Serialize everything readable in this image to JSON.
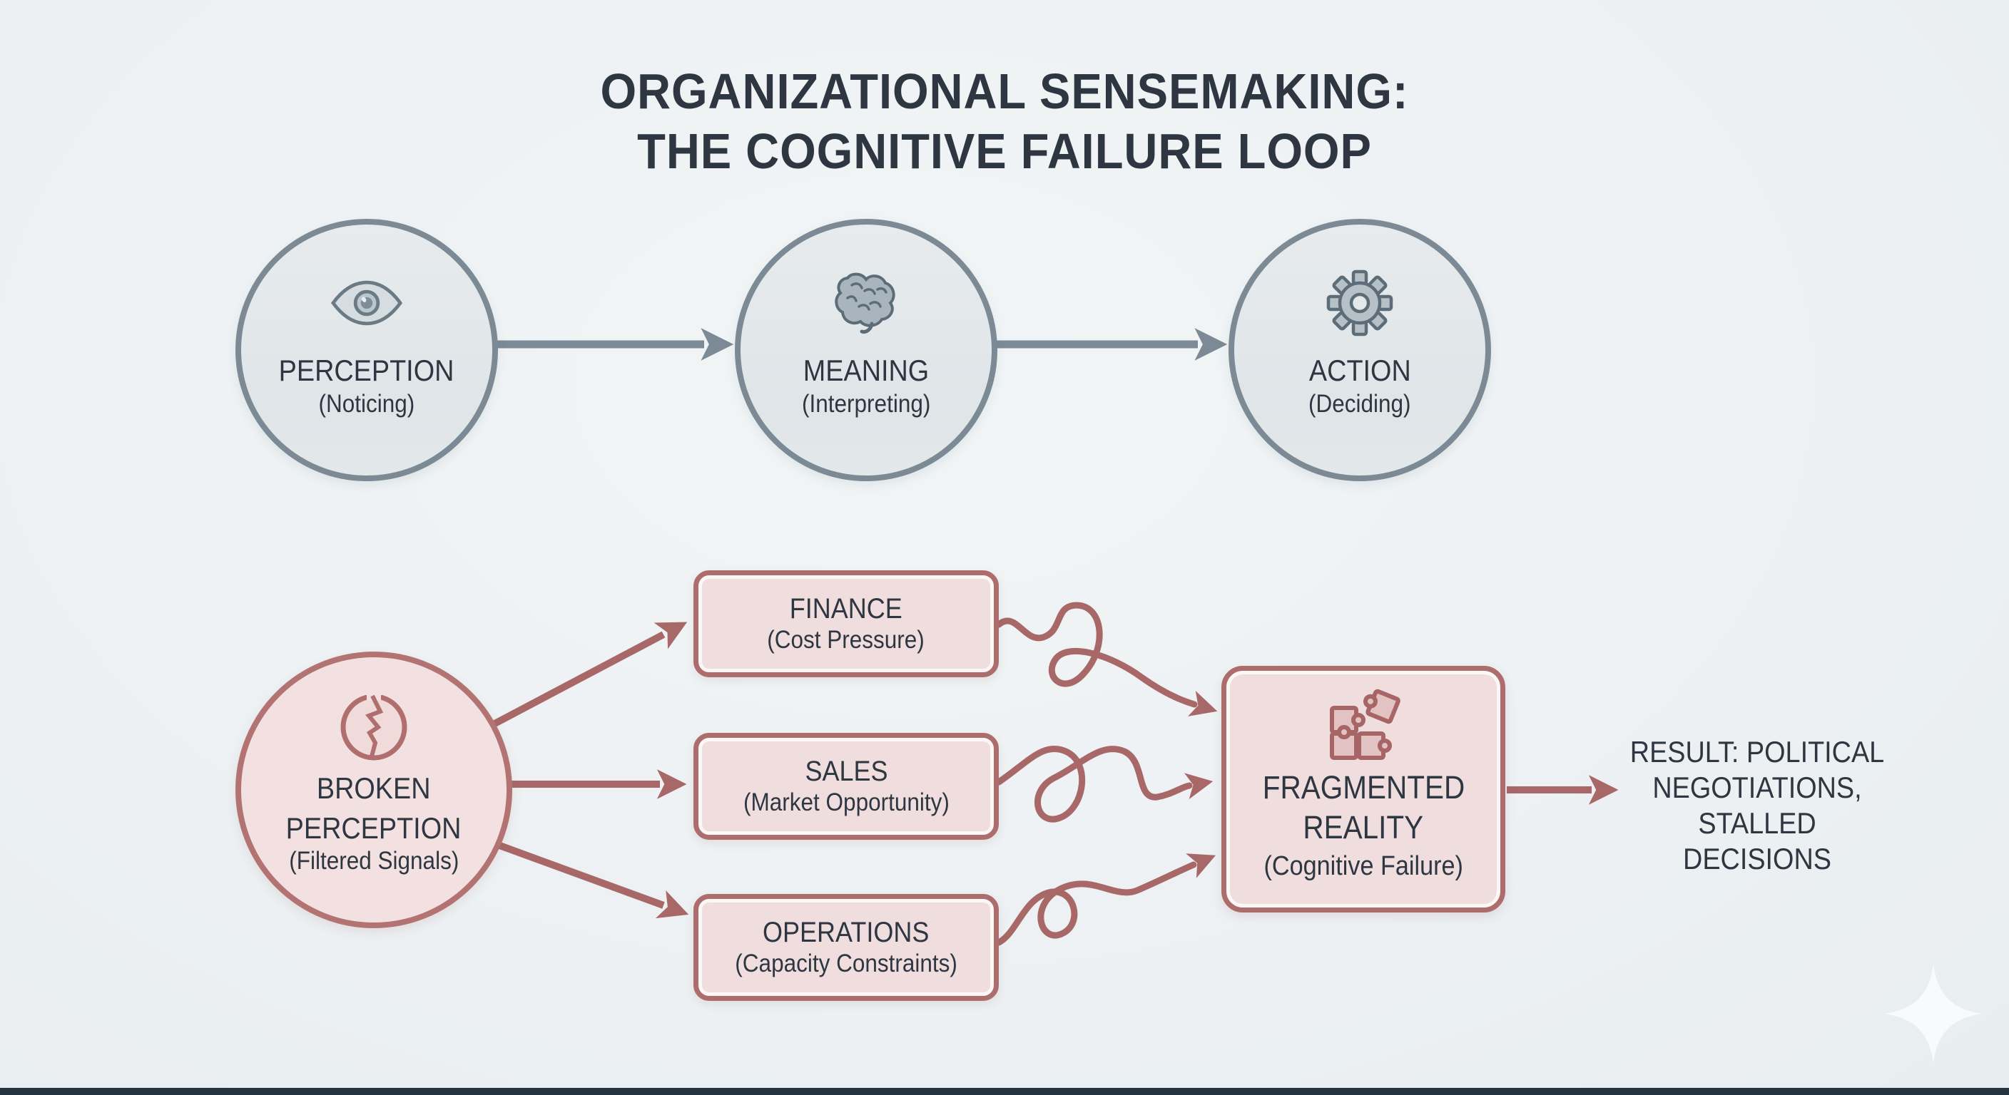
{
  "title": {
    "line1": "ORGANIZATIONAL SENSEMAKING:",
    "line2": "THE COGNITIVE FAILURE LOOP"
  },
  "top_flow": {
    "nodes": [
      {
        "label": "PERCEPTION",
        "sublabel": "(Noticing)",
        "icon": "eye-icon"
      },
      {
        "label": "MEANING",
        "sublabel": "(Interpreting)",
        "icon": "brain-icon"
      },
      {
        "label": "ACTION",
        "sublabel": "(Deciding)",
        "icon": "gear-icon"
      }
    ]
  },
  "bottom_flow": {
    "source": {
      "line1": "BROKEN",
      "line2": "PERCEPTION",
      "sublabel": "(Filtered Signals)",
      "icon": "broken-circle-icon"
    },
    "departments": [
      {
        "label": "FINANCE",
        "sublabel": "(Cost Pressure)"
      },
      {
        "label": "SALES",
        "sublabel": "(Market Opportunity)"
      },
      {
        "label": "OPERATIONS",
        "sublabel": "(Capacity Constraints)"
      }
    ],
    "sink": {
      "line1": "FRAGMENTED",
      "line2": "REALITY",
      "sublabel": "(Cognitive Failure)",
      "icon": "puzzle-icon"
    },
    "result": {
      "line1": "RESULT: POLITICAL",
      "line2": "NEGOTIATIONS,",
      "line3": "STALLED DECISIONS"
    }
  },
  "colors": {
    "background": "#eef2f4",
    "text": "#2e3741",
    "slate": "#7b8a94",
    "slate_fill": "#e2e7ea",
    "rose": "#ad6d6d",
    "rose_fill": "#f0dede",
    "bottom_bar": "#26343f"
  }
}
